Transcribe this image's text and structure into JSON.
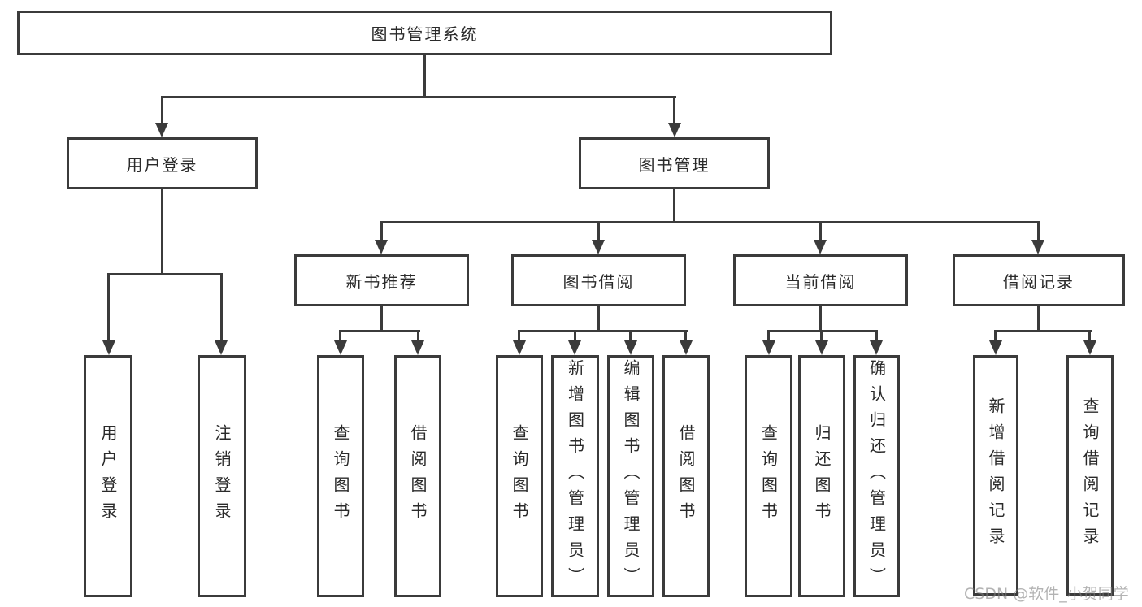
{
  "tree": {
    "root": "图书管理系统",
    "children": [
      {
        "label": "用户登录",
        "children": [
          "用户登录",
          "注销登录"
        ]
      },
      {
        "label": "图书管理",
        "children": [
          {
            "label": "新书推荐",
            "children": [
              "查询图书",
              "借阅图书"
            ]
          },
          {
            "label": "图书借阅",
            "children": [
              "查询图书",
              "新增图书（管理员）",
              "编辑图书（管理员）",
              "借阅图书"
            ]
          },
          {
            "label": "当前借阅",
            "children": [
              "查询图书",
              "归还图书",
              "确认归还（管理员）"
            ]
          },
          {
            "label": "借阅记录",
            "children": [
              "新增借阅记录",
              "查询借阅记录"
            ]
          }
        ]
      }
    ]
  },
  "watermark": "CSDN @软件_小贺同学",
  "colors": {
    "line": "#3b3b3b",
    "text": "#2a2a2a",
    "watermark": "#808080",
    "background": "#ffffff"
  }
}
